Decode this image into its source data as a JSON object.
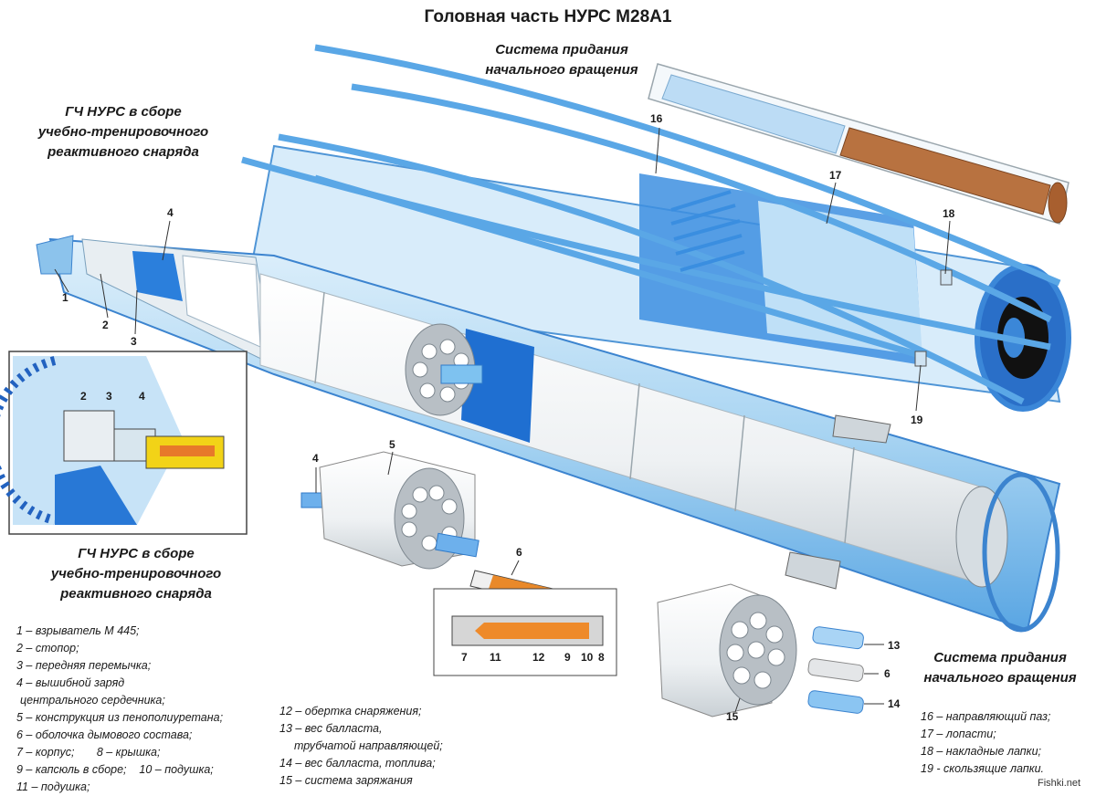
{
  "title": "Головная часть НУРС М28А1",
  "captions": {
    "spin_top": [
      "Система придания",
      "начального вращения"
    ],
    "warhead_top": [
      "ГЧ НУРС в сборе",
      "учебно-тренировочного",
      "реактивного снаряда"
    ],
    "warhead_bottom": [
      "ГЧ НУРС в сборе",
      "учебно-тренировочного",
      "реактивного снаряда"
    ],
    "spin_bottom": [
      "Система придания",
      "начального вращения"
    ]
  },
  "legend_left": [
    "1 – взрыватель М 445;",
    "2 – стопор;",
    "3 – передняя перемычка;",
    "4 – вышибной заряд",
    "центрального сердечника;",
    "5 – конструкция из пенополиуретана;",
    "6 – оболочка дымового состава;",
    "7 – корпус;       8 – крышка;",
    "9 – капсюль в сборе;    10 – подушка;",
    "11 – подушка;"
  ],
  "legend_mid": [
    "12 – обертка снаряжения;",
    "13 – вес балласта,",
    "трубчатой направляющей;",
    "14 – вес балласта, топлива;",
    "15 – система заряжания"
  ],
  "legend_right": [
    "16 – направляющий паз;",
    "17 – лопасти;",
    "18 – накладные лапки;",
    "19 - скользящие лапки."
  ],
  "callouts": {
    "n1": "1",
    "n2": "2",
    "n3": "3",
    "n4": "4",
    "n16": "16",
    "n17": "17",
    "n18": "18",
    "n19": "19",
    "inset_n2": "2",
    "inset_n3": "3",
    "inset_n4": "4",
    "core_n4": "4",
    "core_n5": "5",
    "cap_n6": "6",
    "sec_n7": "7",
    "sec_n11": "11",
    "sec_n12": "12",
    "sec_n9": "9",
    "sec_n10": "10",
    "sec_n8": "8",
    "charge_n13": "13",
    "charge_n6": "6",
    "charge_n14": "14",
    "charge_n15": "15"
  },
  "watermark": "Fishki.net",
  "colors": {
    "blue_dark": "#1f6fd1",
    "blue_light": "#bfe0f7",
    "blue_mid": "#6fb6ec",
    "gray_light": "#e8ecef",
    "orange": "#e9892a",
    "yellow": "#f3d21d",
    "brown": "#b56d3a"
  }
}
